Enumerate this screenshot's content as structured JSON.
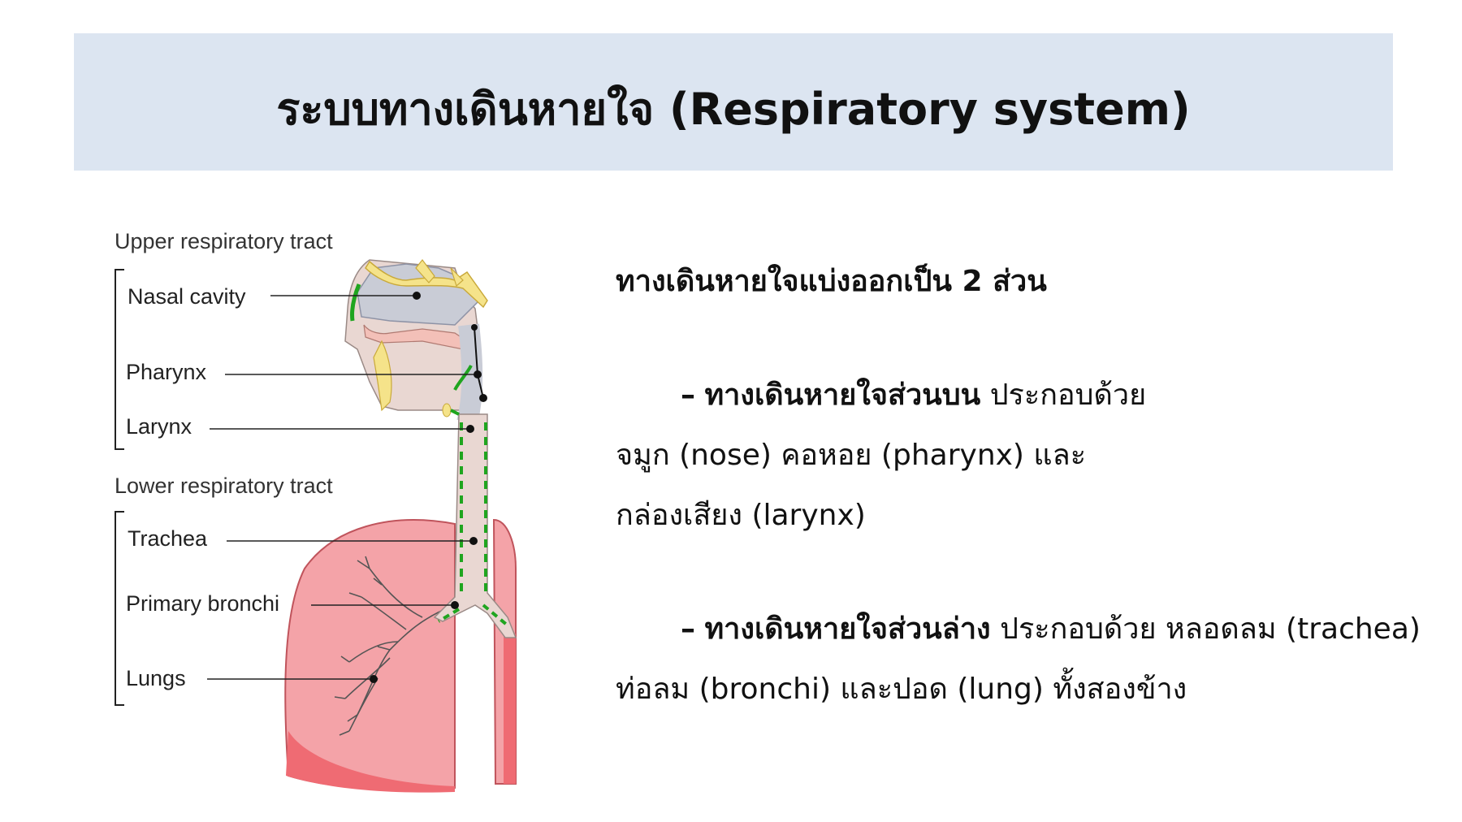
{
  "title": "ระบบทางเดินหายใจ (Respiratory system)",
  "diagram": {
    "upper_heading": "Upper respiratory tract",
    "lower_heading": "Lower respiratory tract",
    "labels": {
      "nasal_cavity": "Nasal cavity",
      "pharynx": "Pharynx",
      "larynx": "Larynx",
      "trachea": "Trachea",
      "primary_bronchi": "Primary bronchi",
      "lungs": "Lungs"
    }
  },
  "text_panel": {
    "heading": "ทางเดินหายใจแบ่งออกเป็น 2 ส่วน",
    "upper": {
      "dash": "–",
      "term": "ทางเดินหายใจส่วนบน",
      "line1": "ประกอบด้วย",
      "line2": "จมูก (nose) คอหอย (pharynx) และ",
      "line3": "กล่องเสียง (larynx)"
    },
    "lower": {
      "dash": "–",
      "term": "ทางเดินหายใจส่วนล่าง",
      "line1": "ประกอบด้วย หลอดลม (trachea)",
      "line2": "ท่อลม (bronchi) และปอด (lung) ทั้งสองข้าง"
    }
  },
  "colors": {
    "banner": "#dce5f1",
    "lung": "#f4a3a8",
    "lung_dark": "#ef6b73",
    "airway": "#c9ccd6",
    "bone": "#f5e38a",
    "mucosa": "#1fa51f"
  }
}
